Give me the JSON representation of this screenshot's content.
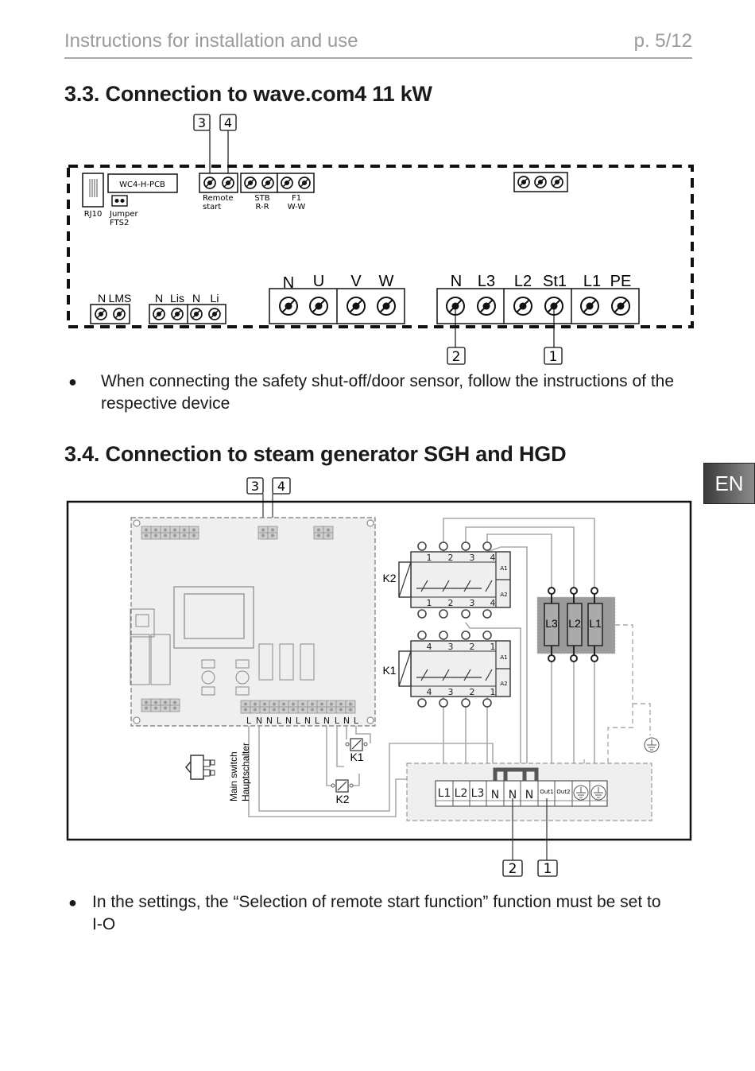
{
  "header": {
    "title": "Instructions for installation and use",
    "page": "p. 5/12"
  },
  "language_tab": "EN",
  "section_33": {
    "heading": "3.3.  Connection to wave.com4 11 kW",
    "callouts_top": [
      "3",
      "4"
    ],
    "callouts_bottom": [
      "2",
      "1"
    ],
    "pcb_label": "WC4-H-PCB",
    "rj10_label": "RJ10",
    "jumper_label": [
      "Jumper",
      "FTS2"
    ],
    "remote_label": [
      "Remote",
      "start"
    ],
    "stb_label": [
      "STB",
      "R-R"
    ],
    "f1_label": [
      "F1",
      "W-W"
    ],
    "small_terminals": [
      {
        "labels": [
          "N",
          "LMS"
        ]
      },
      {
        "labels": [
          "N",
          "Lis",
          "N",
          "Li"
        ]
      }
    ],
    "motor_terminals": [
      "N",
      "U",
      "V",
      "W"
    ],
    "power_terminals": [
      "N",
      "L3",
      "L2",
      "St1",
      "L1",
      "PE"
    ],
    "bullet": "When connecting the safety shut-off/door sensor, follow the instructions of the respective device"
  },
  "section_34": {
    "heading": "3.4.  Connection to steam generator SGH and HGD",
    "callouts_top": [
      "3",
      "4"
    ],
    "callouts_bottom": [
      "2",
      "1"
    ],
    "pcb_bottom_terminals": [
      "L",
      "N",
      "N",
      "L",
      "N",
      "L",
      "N",
      "L",
      "N",
      "L",
      "N",
      "L"
    ],
    "contactor_k2": {
      "label": "K2",
      "top": [
        "1",
        "2",
        "3",
        "4"
      ],
      "bottom": [
        "1",
        "2",
        "3",
        "4"
      ],
      "coil": [
        "A1",
        "A2"
      ]
    },
    "contactor_k1": {
      "label": "K1",
      "top": [
        "4",
        "3",
        "2",
        "1"
      ],
      "bottom": [
        "4",
        "3",
        "2",
        "1"
      ],
      "coil": [
        "A1",
        "A2"
      ]
    },
    "heaters": [
      "L3",
      "L2",
      "L1"
    ],
    "coil_k1": "K1",
    "coil_k2": "K2",
    "main_switch": [
      "Main switch",
      "Hauptschalter"
    ],
    "terminal_block": [
      "L1",
      "L2",
      "L3",
      "N",
      "N",
      "N",
      "Out1",
      "Out2",
      "PE",
      "PE"
    ],
    "bullet": "In the settings, the “Selection of remote start function” function must be set to I-O"
  }
}
